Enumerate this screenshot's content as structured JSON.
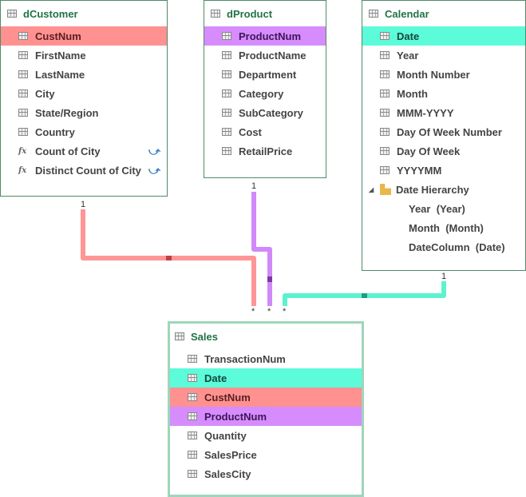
{
  "tables": {
    "dCustomer": {
      "title": "dCustomer",
      "fields": [
        "CustNum",
        "FirstName",
        "LastName",
        "City",
        "State/Region",
        "Country"
      ],
      "measures": [
        "Count of City",
        "Distinct Count of City"
      ]
    },
    "dProduct": {
      "title": "dProduct",
      "fields": [
        "ProductNum",
        "ProductName",
        "Department",
        "Category",
        "SubCategory",
        "Cost",
        "RetailPrice"
      ]
    },
    "Calendar": {
      "title": "Calendar",
      "fields": [
        "Date",
        "Year",
        "Month Number",
        "Month",
        "MMM-YYYY",
        "Day Of Week Number",
        "Day Of Week",
        "YYYYMM"
      ],
      "hierarchy": "Date Hierarchy",
      "levels": [
        "Year  (Year)",
        "Month  (Month)",
        "DateColumn  (Date)"
      ]
    },
    "Sales": {
      "title": "Sales",
      "fields": [
        "TransactionNum",
        "Date",
        "CustNum",
        "ProductNum",
        "Quantity",
        "SalesPrice",
        "SalesCity"
      ]
    }
  },
  "relationships": {
    "one": "1",
    "many": "*"
  },
  "colors": {
    "customer": "#ff9191",
    "product": "#d68cfd",
    "calendar": "#5cfbd9"
  }
}
